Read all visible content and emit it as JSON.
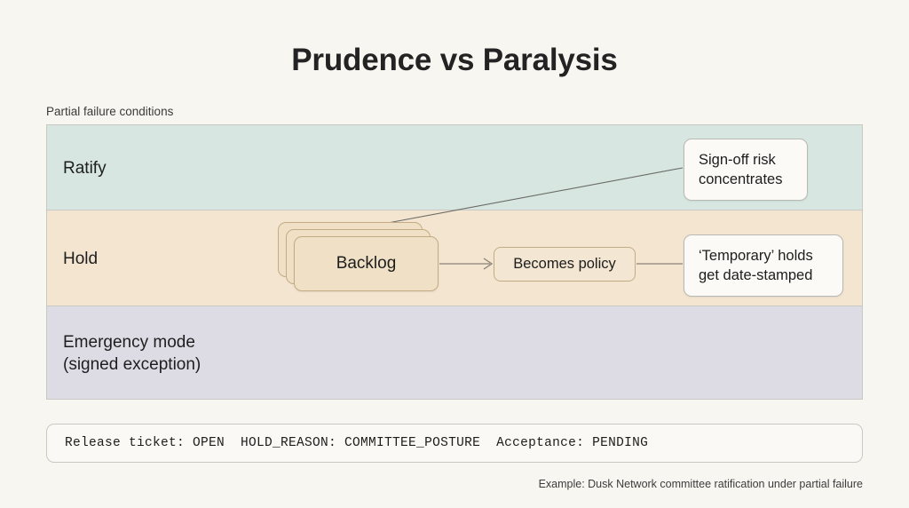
{
  "slide": {
    "title": "Prudence vs Paralysis",
    "kicker": "Partial failure conditions",
    "footnote": "Example: Dusk Network committee ratification under partial failure",
    "background_color": "#f7f6f1"
  },
  "lanes": [
    {
      "label": "Ratify",
      "color": "#d7e6e1"
    },
    {
      "label": "Hold",
      "color": "#f3e5d0"
    },
    {
      "label": "Emergency mode\n(signed exception)",
      "color": "#dddce4"
    }
  ],
  "flow": {
    "stack": {
      "label": "Backlog",
      "card_count": 3,
      "color": "#f0e1c6"
    },
    "node": {
      "label": "Becomes policy",
      "color": "#f3e6d2"
    },
    "callouts": [
      {
        "text": "Sign-off risk\nconcentrates"
      },
      {
        "text": "‘Temporary’ holds\nget date-stamped"
      }
    ]
  },
  "status_bar": {
    "text": "Release ticket: OPEN  HOLD_REASON: COMMITTEE_POSTURE  Acceptance: PENDING"
  }
}
